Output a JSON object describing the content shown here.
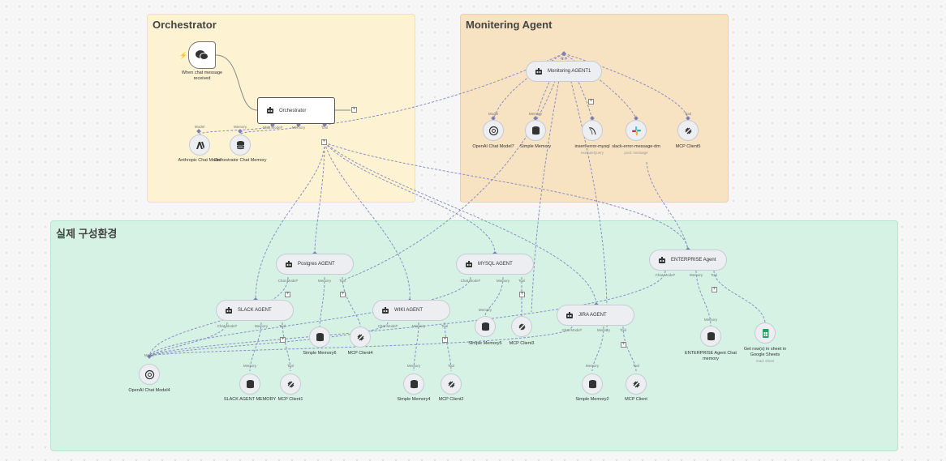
{
  "groups": {
    "orchestrator": "Orchestrator",
    "monitoring": "Monitering Agent",
    "environment": "실제 구성환경"
  },
  "trigger": {
    "label": "When chat message received",
    "icon": "chat-bubbles-icon"
  },
  "agents": {
    "orchestrator": "Orchestrator",
    "monitoring": "Monitoring AGENT1",
    "postgres": "Postgres AGENT",
    "mysql": "MYSQL AGENT",
    "enterprise": "ENTERPRISE Agent",
    "slack": "SLACK AGENT",
    "wiki": "WIKI AGENT",
    "jira": "JIRA AGENT"
  },
  "subnodes": {
    "anthropic": "Anthropic Chat Model",
    "orch_memory": "Orchestrator Chat Memory",
    "openai7": "OpenAI Chat Model7",
    "simple_memory": "Simple Memory",
    "insert_error": "insert-error-mysql",
    "insert_error_sub": "executeQuery",
    "slack_error": "slack-error-message-dm",
    "slack_error_sub": "post: message",
    "mcp5": "MCP Client5",
    "simple_memory6": "Simple Memory6",
    "mcp4": "MCP Client4",
    "simple_memory5": "Simple Memory5",
    "mcp3": "MCP Client3",
    "ent_memory": "ENTERPRISE Agent Chat memory",
    "gsheets": "Get row(s) in sheet in Google Sheets",
    "gsheets_sub": "read: sheet",
    "openai4": "OpenAI Chat Model4",
    "slack_memory": "SLACK AGENT MEMORY",
    "mcp1": "MCP Client1",
    "simple_memory4": "Simple Memory4",
    "mcp2": "MCP Client2",
    "simple_memory2": "Simple Memory2",
    "mcp": "MCP Client"
  },
  "ports": {
    "chat_model": "Chat Model*",
    "model": "Model",
    "memory": "Memory",
    "tool": "Tool"
  },
  "colors": {
    "wire": "#8b8fc4",
    "solid_wire": "#8a8a8a",
    "port": "#7a7fb5"
  }
}
